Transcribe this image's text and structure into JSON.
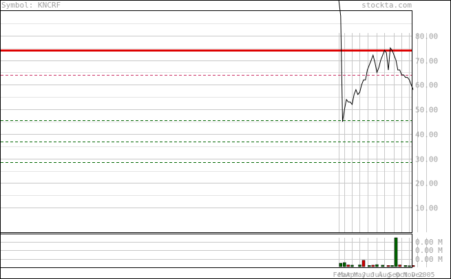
{
  "header": {
    "symbol_label": "Symbol: KNCRF",
    "site_label": "stockta.com"
  },
  "colors": {
    "background": "#ffffff",
    "border": "#000000",
    "grid": "#c8c8c8",
    "label_text": "#a0a0a0",
    "price_line": "#000000",
    "resistance_solid": "#dd0000",
    "resistance_dashed": "#cc3366",
    "support_dashed": "#006600",
    "volume_up": "#006600",
    "volume_down": "#cc0000"
  },
  "chart_data": [
    {
      "type": "line",
      "title": "",
      "xlabel": "",
      "ylabel": "",
      "ylim": [
        0,
        90
      ],
      "yticks": [
        10,
        20,
        30,
        40,
        50,
        60,
        70,
        80
      ],
      "ytick_labels": [
        "10.00",
        "20.00",
        "30.00",
        "40.00",
        "50.00",
        "60.00",
        "70.00",
        "80.00"
      ],
      "grid": true,
      "x_tick_labels": [
        "Feb",
        "Mar",
        "Apr",
        "May",
        "Jun",
        "Jul",
        "Aug",
        "Sep",
        "Oct",
        "Nov",
        "Dec",
        "2005"
      ],
      "x_tick_index": [
        0,
        3,
        7,
        11,
        15,
        20,
        24,
        29,
        33,
        37,
        41,
        46
      ],
      "series": [
        {
          "values": [
            95,
            88,
            45,
            50,
            54,
            53,
            53,
            52,
            56,
            58,
            56,
            57,
            60,
            62,
            62,
            66,
            68,
            70,
            72,
            69,
            65,
            67,
            70,
            72,
            74,
            73,
            66,
            75,
            74,
            72,
            70,
            66,
            66,
            64,
            64,
            63,
            63,
            62,
            60,
            58
          ]
        }
      ],
      "horizontal_lines": [
        {
          "value": 74,
          "style": "solid",
          "color": "#dd0000"
        },
        {
          "value": 64,
          "style": "dashed",
          "color": "#cc3366"
        },
        {
          "value": 45.5,
          "style": "dashed",
          "color": "#006600"
        },
        {
          "value": 37,
          "style": "dashed",
          "color": "#006600"
        },
        {
          "value": 28.5,
          "style": "dashed",
          "color": "#006600"
        }
      ]
    },
    {
      "type": "bar",
      "title": "",
      "ylabel": "",
      "ytick_labels": [
        "0.00 M",
        "0.00 M",
        "0.00 M"
      ],
      "ylim": [
        0,
        100
      ],
      "grid": true,
      "bars": [
        {
          "i": 1,
          "value": 12,
          "dir": "up"
        },
        {
          "i": 3,
          "value": 14,
          "dir": "up"
        },
        {
          "i": 5,
          "value": 6,
          "dir": "down"
        },
        {
          "i": 7,
          "value": 5,
          "dir": "up"
        },
        {
          "i": 11,
          "value": 6,
          "dir": "up"
        },
        {
          "i": 13,
          "value": 22,
          "dir": "down"
        },
        {
          "i": 16,
          "value": 4,
          "dir": "up"
        },
        {
          "i": 18,
          "value": 5,
          "dir": "down"
        },
        {
          "i": 20,
          "value": 7,
          "dir": "up"
        },
        {
          "i": 23,
          "value": 5,
          "dir": "up"
        },
        {
          "i": 26,
          "value": 4,
          "dir": "down"
        },
        {
          "i": 28,
          "value": 4,
          "dir": "up"
        },
        {
          "i": 30,
          "value": 100,
          "dir": "up"
        },
        {
          "i": 32,
          "value": 6,
          "dir": "down"
        },
        {
          "i": 35,
          "value": 4,
          "dir": "up"
        },
        {
          "i": 37,
          "value": 3,
          "dir": "up"
        },
        {
          "i": 39,
          "value": 4,
          "dir": "down"
        }
      ]
    }
  ]
}
